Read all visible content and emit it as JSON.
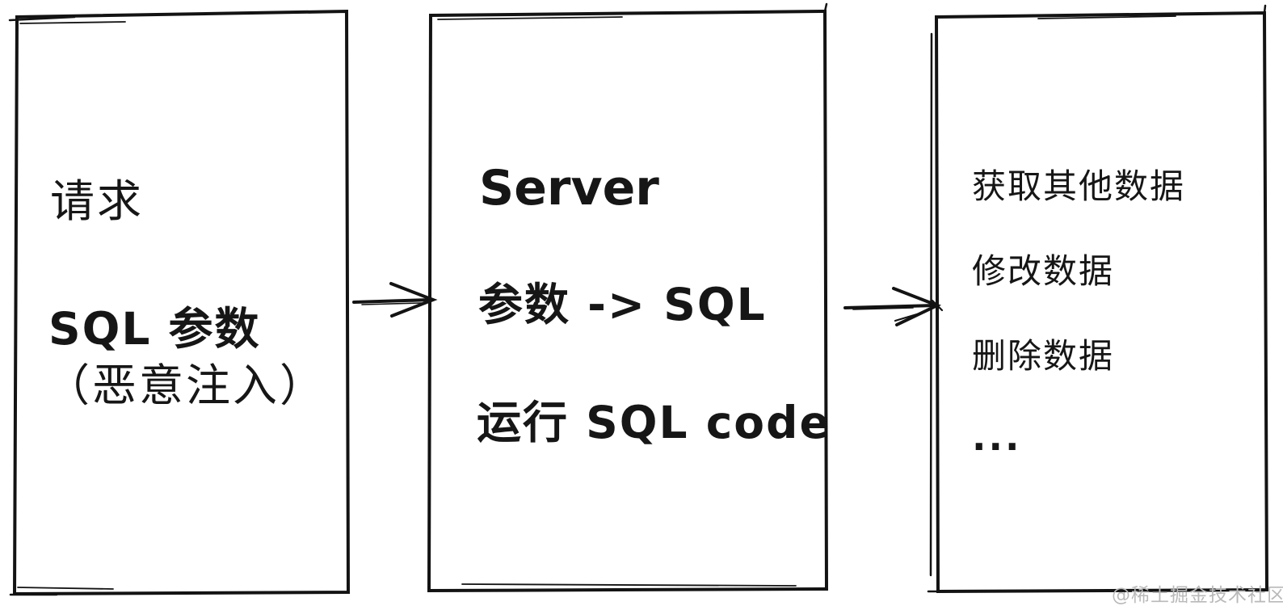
{
  "diagram": {
    "title_hint": "SQL injection flow sketch",
    "boxes": [
      {
        "name": "request",
        "lines": [
          "请求",
          "SQL 参数",
          "（恶意注入）"
        ]
      },
      {
        "name": "server",
        "lines": [
          "Server",
          "参数 -> SQL",
          "运行 SQL code"
        ]
      },
      {
        "name": "result",
        "lines": [
          "获取其他数据",
          "修改数据",
          "删除数据",
          "..."
        ]
      }
    ],
    "arrows": [
      {
        "from": "request",
        "to": "server"
      },
      {
        "from": "server",
        "to": "result"
      }
    ],
    "watermark": "@稀土掘金技术社区",
    "colors": {
      "ink": "#131313",
      "background": "#ffffff",
      "watermark": "#b9b9b9"
    }
  }
}
